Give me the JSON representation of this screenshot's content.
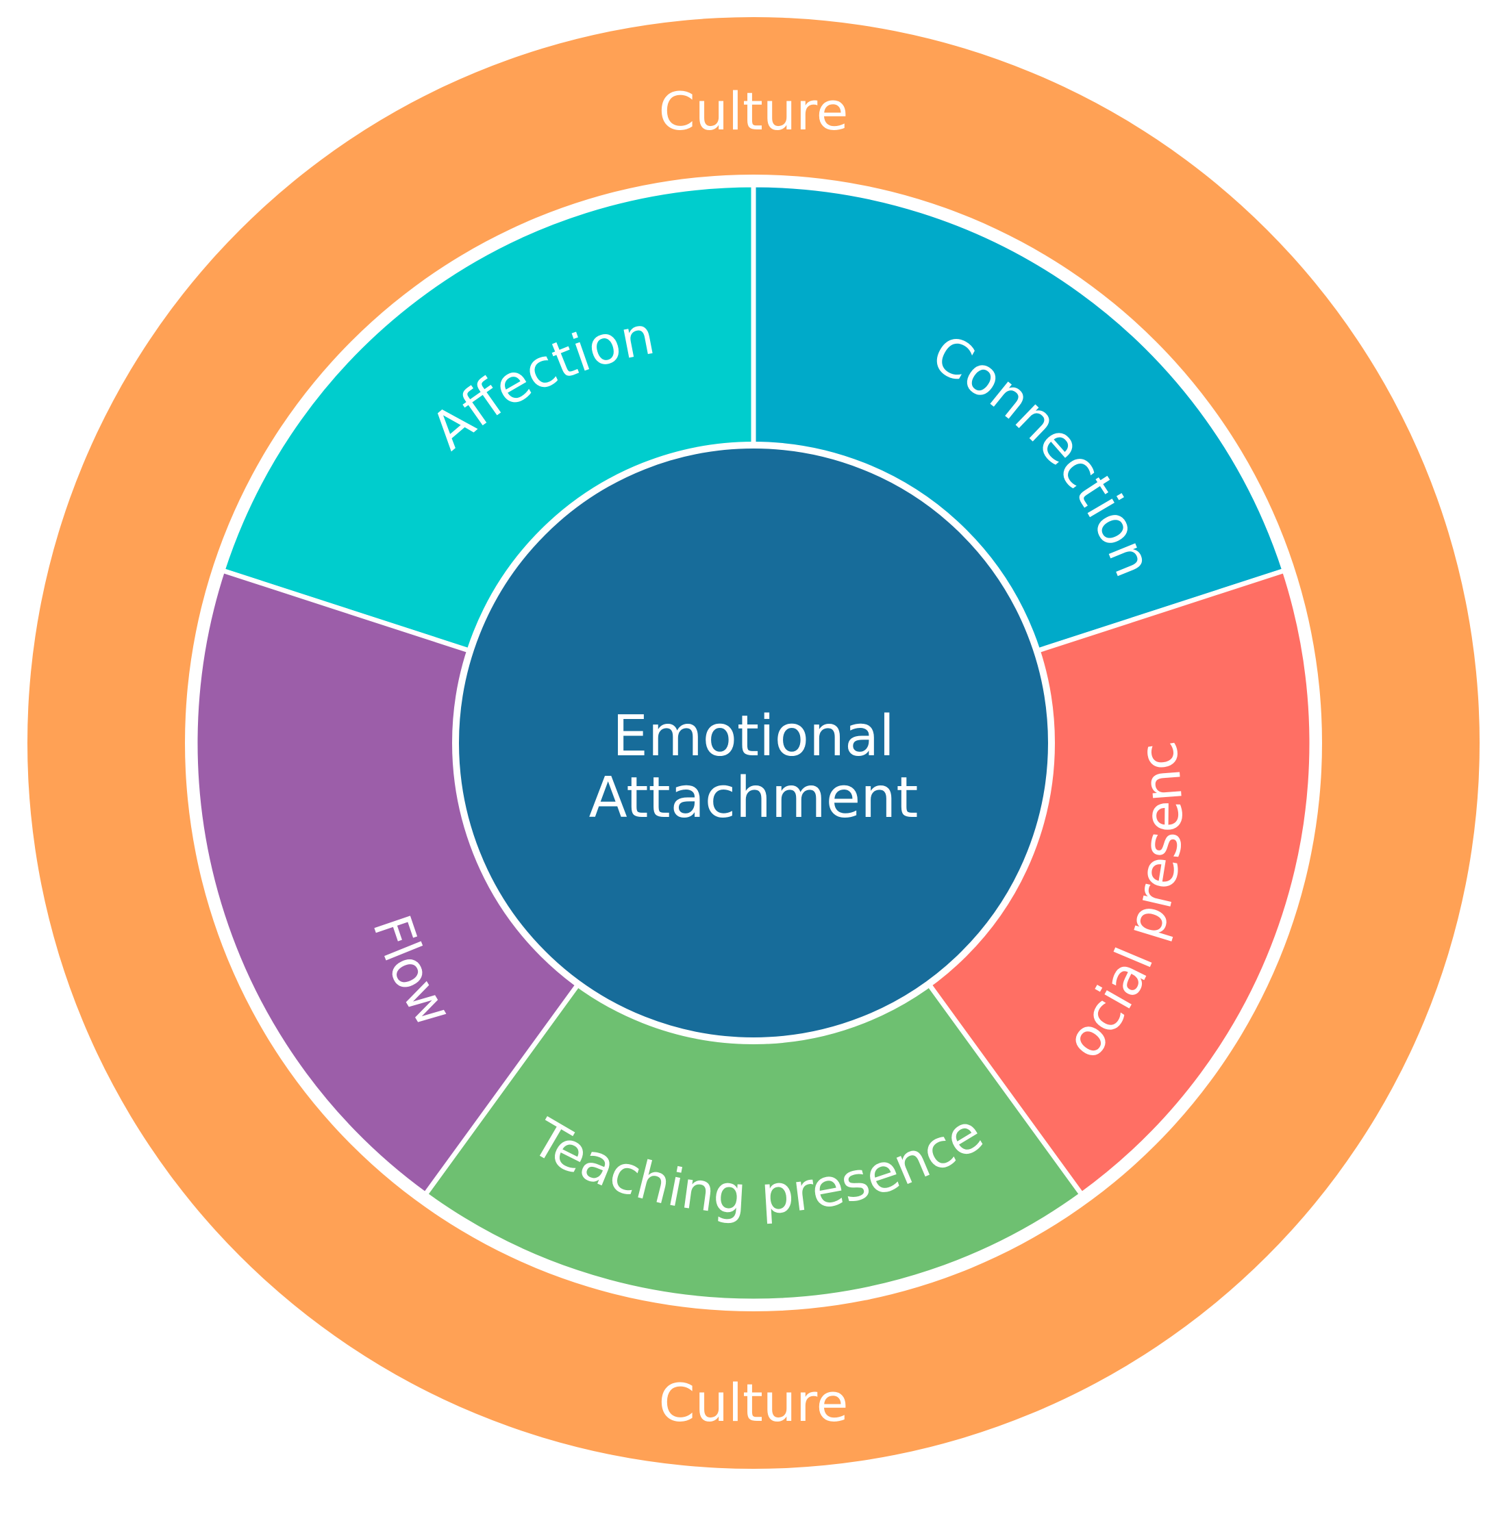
{
  "outer_ring": {
    "label_top": "Culture",
    "label_bottom": "Culture",
    "color": "#FFA155"
  },
  "center": {
    "line1": "Emotional",
    "line2": "Attachment",
    "color": "#176C9A"
  },
  "segments": [
    {
      "label": "Affection",
      "color": "#00CDCD"
    },
    {
      "label": "Connection",
      "color": "#00AAC9"
    },
    {
      "label": "Social presence",
      "color": "#FF6F64"
    },
    {
      "label": "Teaching presence",
      "color": "#6EC071"
    },
    {
      "label": "Flow",
      "color": "#9C5EA9"
    }
  ]
}
